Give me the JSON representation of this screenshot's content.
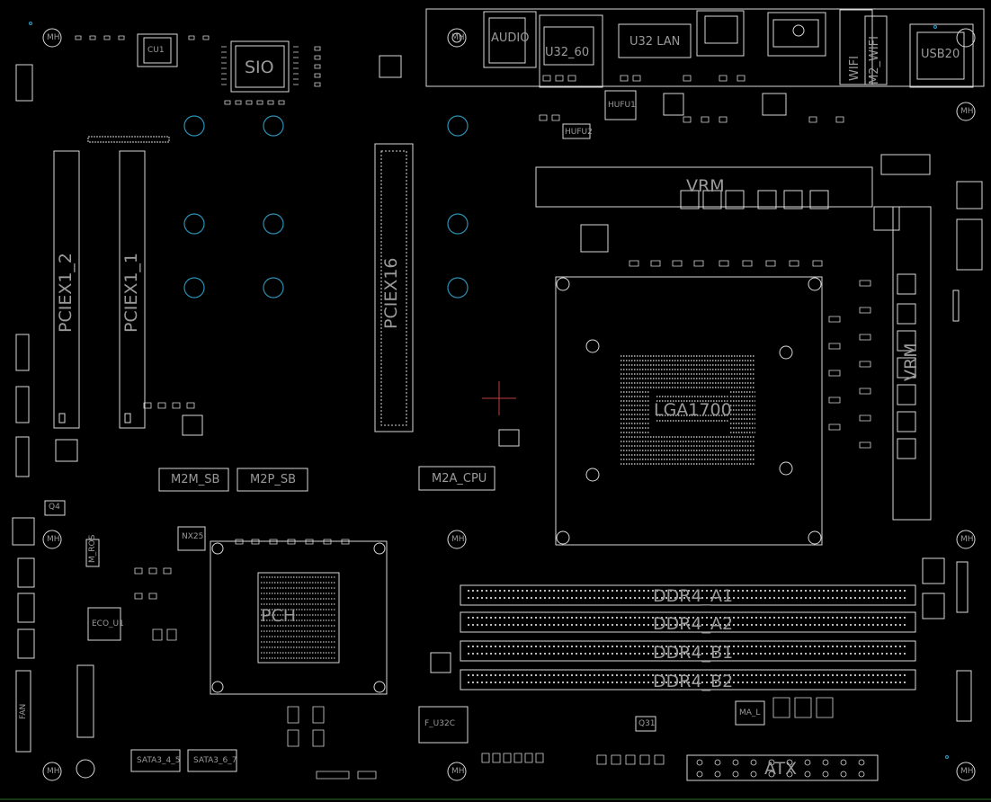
{
  "board": {
    "background": "#000000",
    "outline_color": "#d8d8d8",
    "label_color": "#9a9a9a",
    "hole_color": "#2a8fb3"
  },
  "labels": {
    "sio": "SIO",
    "cu1": "CU1",
    "audio": "AUDIO",
    "u32_lan": "U32 LAN",
    "u32_60": "U32_60",
    "wifi": "WIFI",
    "m2_wifi": "M2_WIFI",
    "usb20": "USB20",
    "hufu1": "HUFU1",
    "hufu2": "HUFU2",
    "pciex1_2": "PCIEX1_2",
    "pciex1_1": "PCIEX1_1",
    "pciex16": "PCIEX16",
    "m2m_sb": "M2M_SB",
    "m2p_sb": "M2P_SB",
    "m2a_cpu": "M2A_CPU",
    "lga1700": "LGA1700",
    "vrm": "VRM",
    "pch": "PCH",
    "q4": "Q4",
    "nx25": "NX25",
    "ddr4_a1": "DDR4_A1",
    "ddr4_a2": "DDR4_A2",
    "ddr4_b1": "DDR4_B1",
    "ddr4_b2": "DDR4_B2",
    "atx": "ATX",
    "q31": "Q31",
    "f_u32c": "F_U32C",
    "ma_l": "MA_L",
    "ec_u1": "ECO_U1",
    "fan": "FAN",
    "sata1": "SATA3_4_5",
    "sata2": "SATA3_6_7",
    "mh": "MH",
    "m2_left": "M_ROS"
  }
}
